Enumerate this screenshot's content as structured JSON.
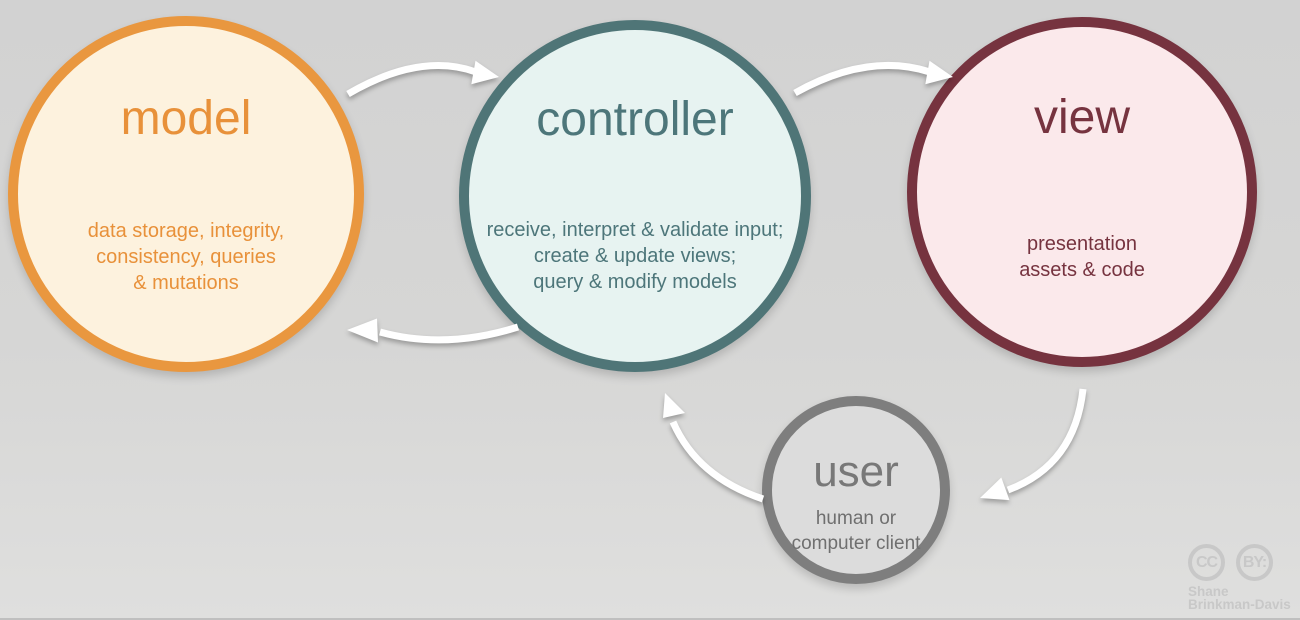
{
  "diagram_type": "mvc-architecture-diagram",
  "background": {
    "top_color": "#d2d2d2",
    "bottom_color": "#dfdfde"
  },
  "nodes": {
    "model": {
      "title": "model",
      "lines": [
        "data storage, integrity,",
        "consistency, queries",
        "& mutations"
      ],
      "border_color": "#e9973f",
      "fill_color": "#fdf2de",
      "text_color": "#e8913a"
    },
    "controller": {
      "title": "controller",
      "lines": [
        "receive, interpret & validate input;",
        "create & update views;",
        "query & modify models"
      ],
      "border_color": "#4f7577",
      "fill_color": "#e7f3f1",
      "text_color": "#4d767a"
    },
    "view": {
      "title": "view",
      "lines": [
        "presentation",
        "assets & code"
      ],
      "border_color": "#76333f",
      "fill_color": "#fbe9eb",
      "text_color": "#76333f"
    },
    "user": {
      "title": "user",
      "lines": [
        "human or",
        "computer client"
      ],
      "border_color": "#7e7e7e",
      "fill_color": "#dcdcdc",
      "text_color": "#787878"
    }
  },
  "arrows": [
    {
      "name": "model-to-controller",
      "color": "#ffffff"
    },
    {
      "name": "controller-to-view",
      "color": "#ffffff"
    },
    {
      "name": "controller-to-model",
      "color": "#ffffff"
    },
    {
      "name": "view-to-user",
      "color": "#ffffff"
    },
    {
      "name": "user-to-controller",
      "color": "#ffffff"
    }
  ],
  "attribution": {
    "cc_label": "CC",
    "by_label": "BY:",
    "author_line1": "Shane",
    "author_line2": "Brinkman-Davis",
    "color": "#c8c8c8"
  }
}
